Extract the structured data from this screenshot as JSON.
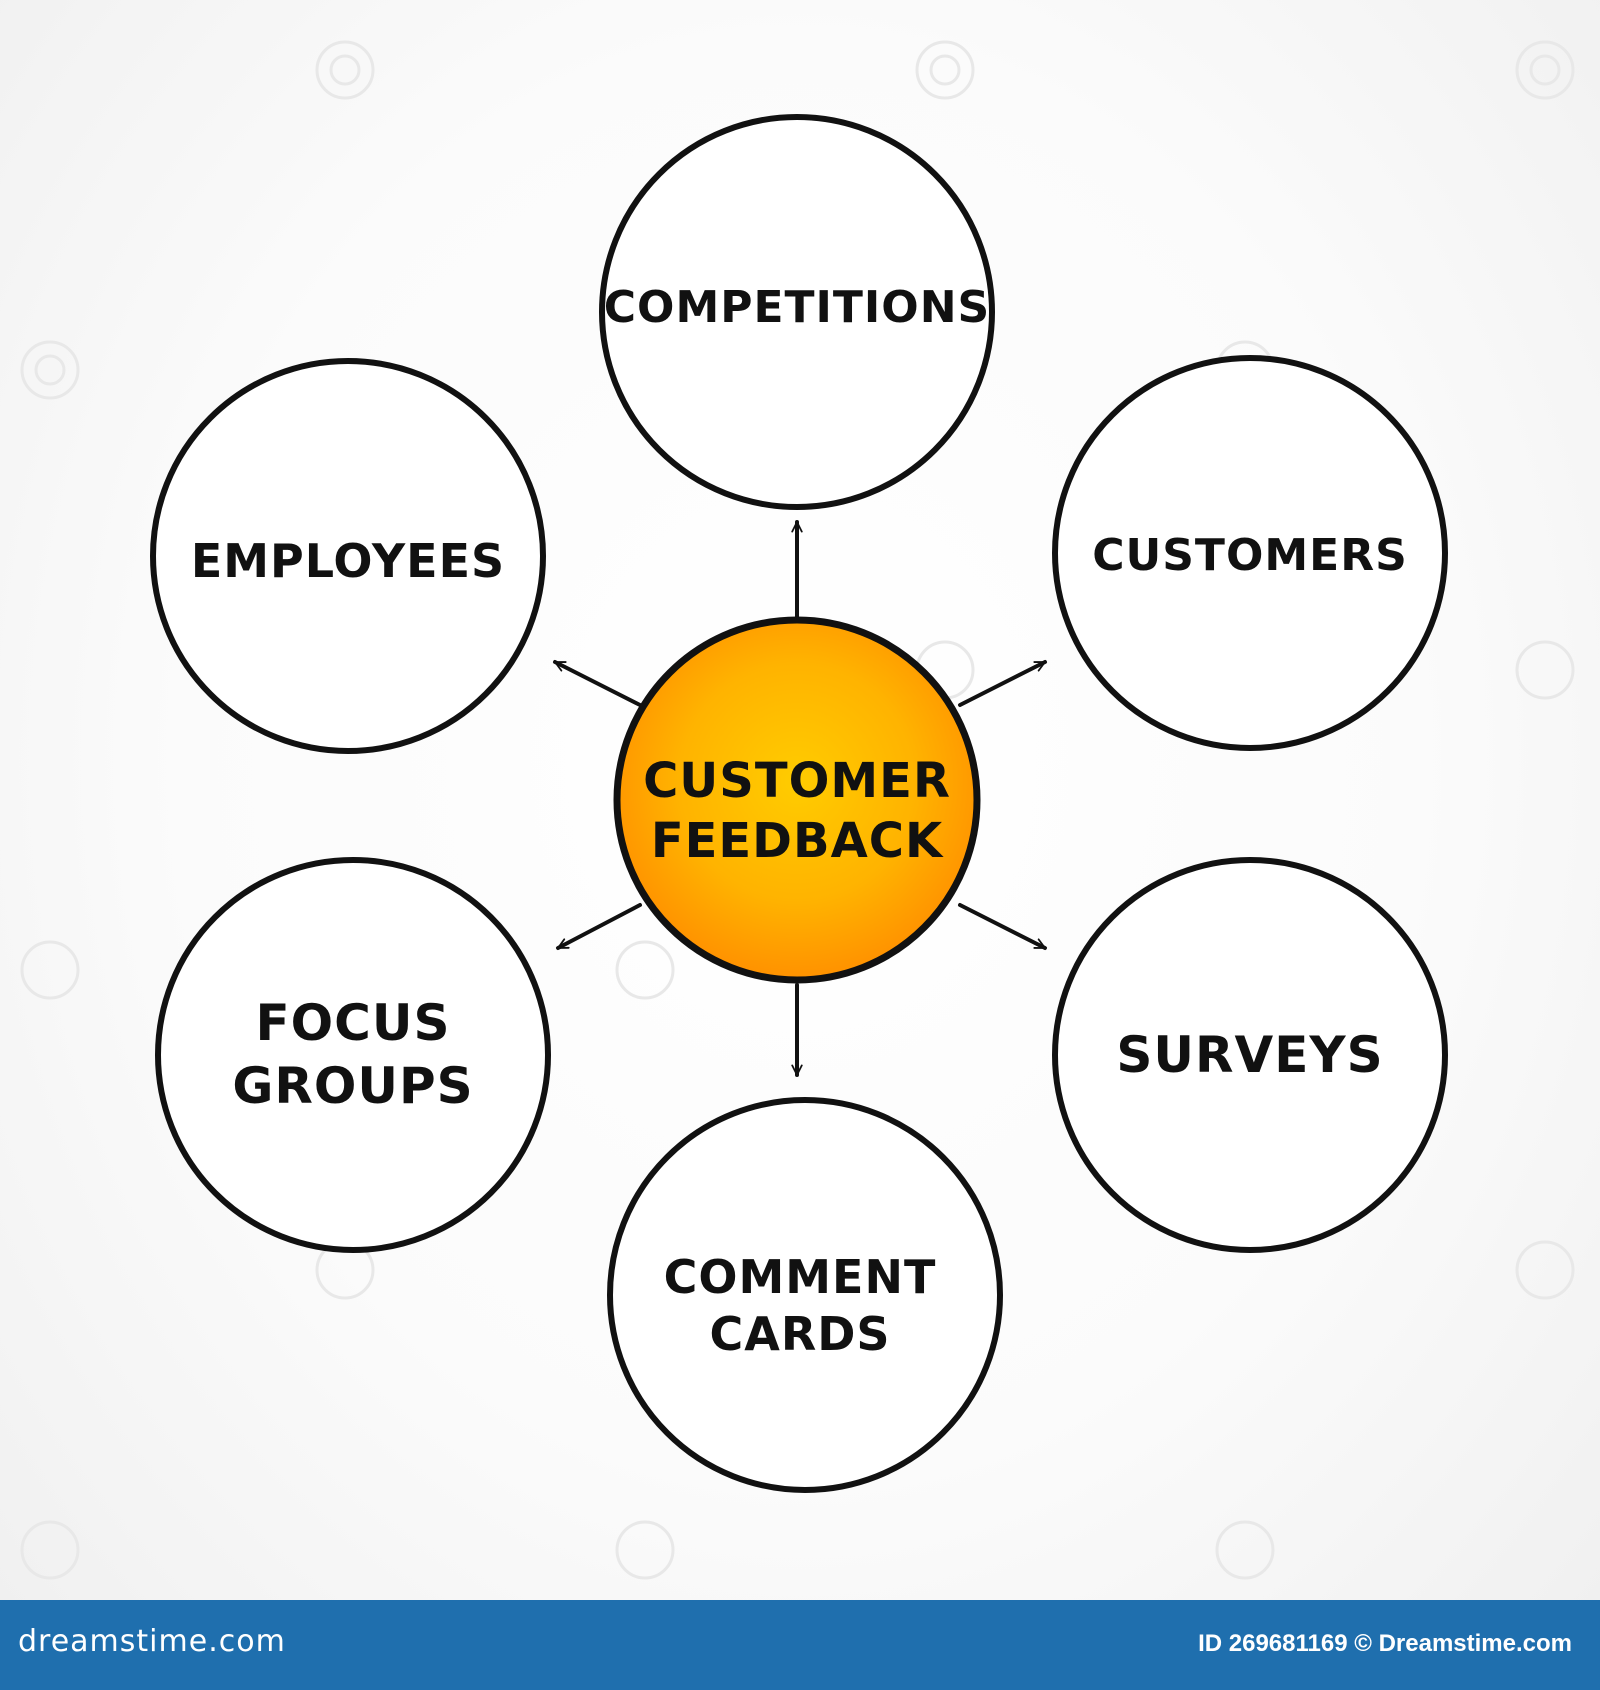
{
  "diagram": {
    "center": {
      "lines": [
        "CUSTOMER",
        "FEEDBACK"
      ],
      "fill_color": "#ffc107",
      "edge_color": "#ff9800"
    },
    "nodes": [
      {
        "id": "competitions",
        "lines": [
          "COMPETITIONS"
        ]
      },
      {
        "id": "customers",
        "lines": [
          "CUSTOMERS"
        ]
      },
      {
        "id": "surveys",
        "lines": [
          "SURVEYS"
        ]
      },
      {
        "id": "comment-cards",
        "lines": [
          "COMMENT",
          "CARDS"
        ]
      },
      {
        "id": "focus-groups",
        "lines": [
          "FOCUS",
          "GROUPS"
        ]
      },
      {
        "id": "employees",
        "lines": [
          "EMPLOYEES"
        ]
      }
    ],
    "line_color": "#111111"
  },
  "footer": {
    "site": "dreamstime.com",
    "id_text": "ID 269681169 © Dreamstime.com",
    "background": "#1f6fae"
  }
}
